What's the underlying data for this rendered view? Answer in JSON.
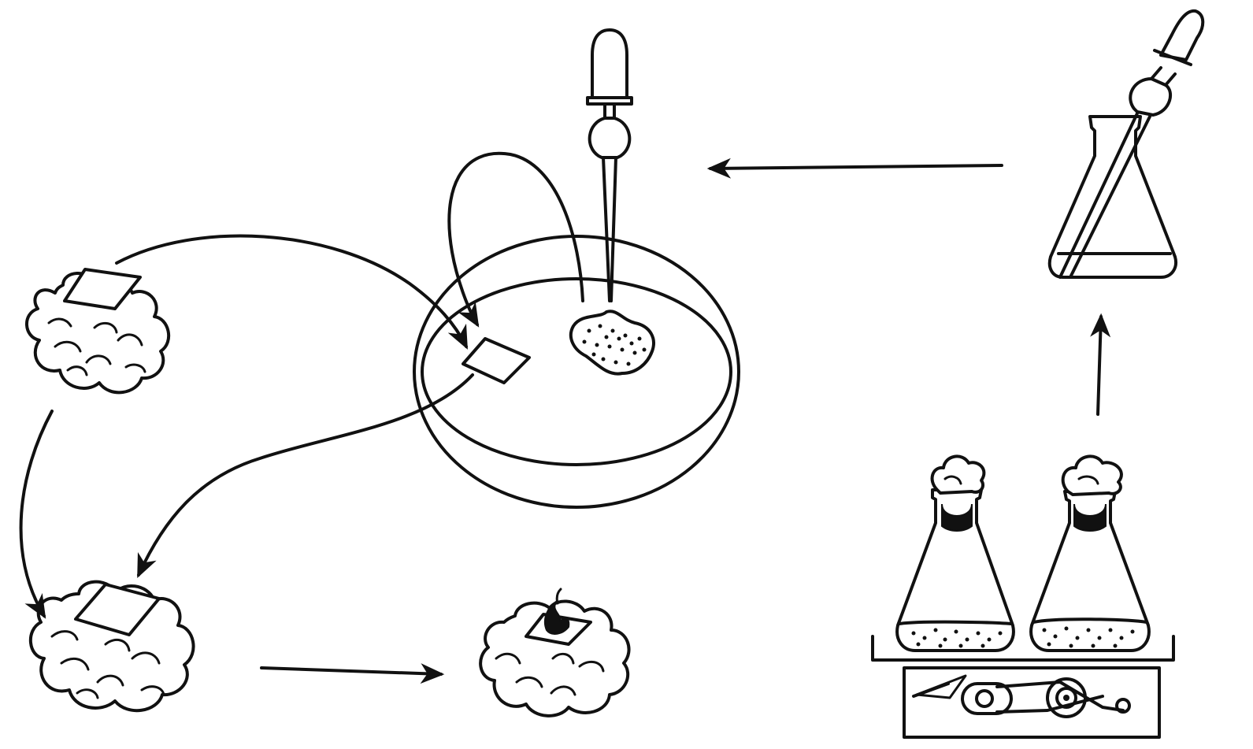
{
  "diagram": {
    "nodes": [
      {
        "id": "cotton-with-film-top-left",
        "icon": "cotton-ball-with-film-icon"
      },
      {
        "id": "petri-dish",
        "icon": "petri-dish-icon"
      },
      {
        "id": "pipette-dropper",
        "icon": "pipette-icon"
      },
      {
        "id": "flask-with-pipette",
        "icon": "flask-pipette-icon"
      },
      {
        "id": "flasks-on-shaker",
        "icon": "shaker-flasks-icon"
      },
      {
        "id": "cotton-with-film-bottom-left",
        "icon": "cotton-ball-with-film-icon"
      },
      {
        "id": "cotton-with-sprout",
        "icon": "cotton-ball-sprout-icon"
      }
    ],
    "edges": [
      {
        "from": "flasks-on-shaker",
        "to": "flask-with-pipette"
      },
      {
        "from": "flask-with-pipette",
        "to": "petri-dish"
      },
      {
        "from": "cotton-with-film-top-left",
        "to": "petri-dish"
      },
      {
        "from": "pipette-dropper",
        "to": "petri-dish"
      },
      {
        "from": "petri-dish",
        "to": "cotton-with-film-bottom-left"
      },
      {
        "from": "cotton-with-film-top-left",
        "to": "cotton-with-film-bottom-left"
      },
      {
        "from": "cotton-with-film-bottom-left",
        "to": "cotton-with-sprout"
      }
    ],
    "colors": {
      "ink": "#111111",
      "paper": "#ffffff"
    }
  }
}
